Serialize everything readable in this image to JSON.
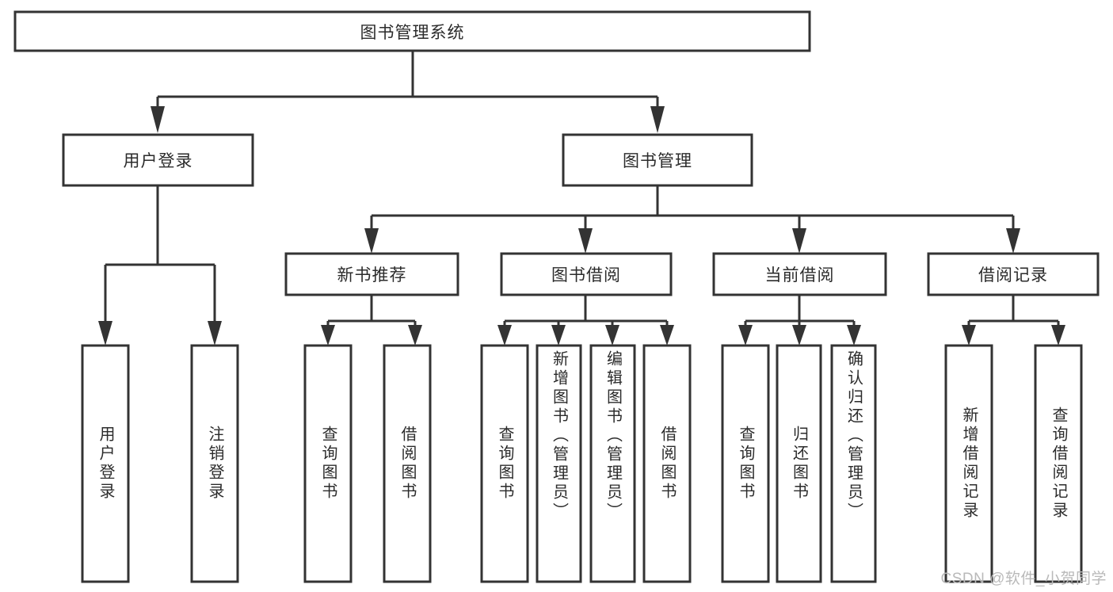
{
  "diagram": {
    "title": "图书管理系统",
    "type": "tree-hierarchy-chart",
    "colors": {
      "stroke": "#333333",
      "box_fill": "#ffffff",
      "text": "#2b2b2b",
      "watermark": "#b9b9b9",
      "background": "#ffffff"
    },
    "root": {
      "label": "图书管理系统"
    },
    "level2": {
      "user_login": {
        "label": "用户登录"
      },
      "book_manage": {
        "label": "图书管理"
      }
    },
    "level3": {
      "new_book_rec": {
        "label": "新书推荐"
      },
      "book_borrow": {
        "label": "图书借阅"
      },
      "current_borrow": {
        "label": "当前借阅"
      },
      "borrow_record": {
        "label": "借阅记录"
      }
    },
    "leaves": {
      "user_login_children": [
        {
          "label": "用户登录"
        },
        {
          "label": "注销登录"
        }
      ],
      "new_book_rec_children": [
        {
          "label": "查询图书"
        },
        {
          "label": "借阅图书"
        }
      ],
      "book_borrow_children": [
        {
          "label": "查询图书"
        },
        {
          "label": "新增图书（管理员）"
        },
        {
          "label": "编辑图书（管理员）"
        },
        {
          "label": "借阅图书"
        }
      ],
      "current_borrow_children": [
        {
          "label": "查询图书"
        },
        {
          "label": "归还图书"
        },
        {
          "label": "确认归还（管理员）"
        }
      ],
      "borrow_record_children": [
        {
          "label": "新增借阅记录"
        },
        {
          "label": "查询借阅记录"
        }
      ]
    },
    "watermark": "CSDN @软件_小贺同学"
  }
}
